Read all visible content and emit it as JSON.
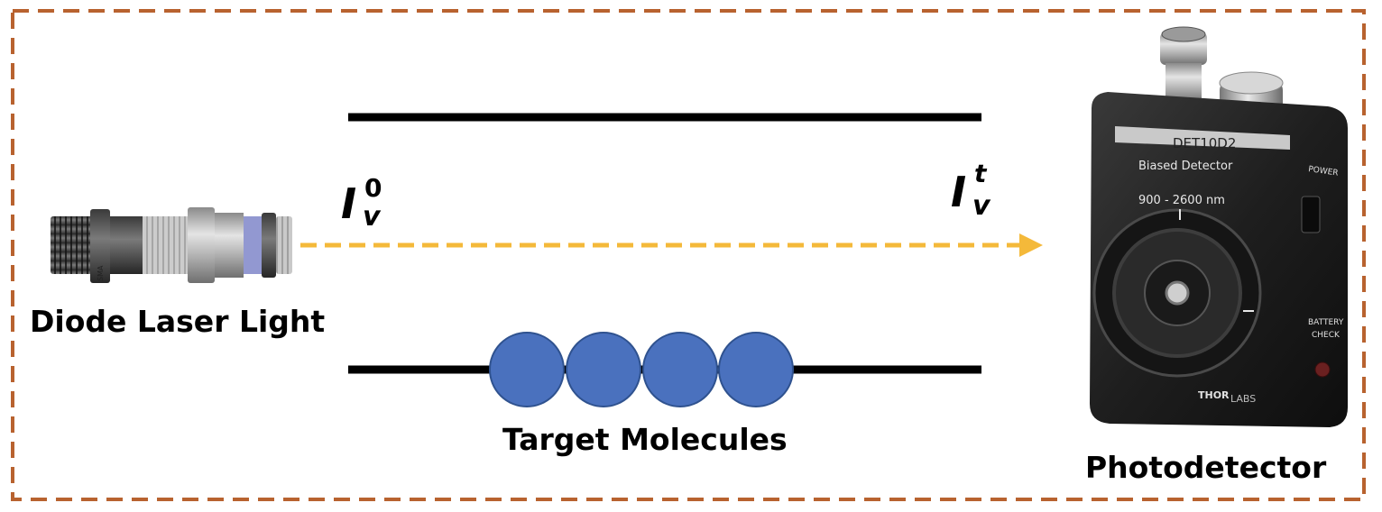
{
  "labels": {
    "laser": "Diode Laser Light",
    "molecules": "Target Molecules",
    "detector": "Photodetector"
  },
  "intensities": {
    "incident_base": "I",
    "incident_sub": "v",
    "incident_sup": "0",
    "transmitted_base": "I",
    "transmitted_sub": "v",
    "transmitted_sup": "t"
  },
  "detector_device": {
    "model": "DET10D2",
    "type": "Biased Detector",
    "range": "900 - 2600 nm",
    "power_label": "POWER",
    "battery_label_1": "BATTERY",
    "battery_label_2": "CHECK",
    "brand_a": "THOR",
    "brand_b": "LABS"
  },
  "laser_device": {
    "engraving": "SMA"
  },
  "colors": {
    "border": "#b8622f",
    "beam": "#f4b93a",
    "molecule_fill": "#4a71be",
    "molecule_stroke": "#2f528f",
    "wall": "#000000"
  },
  "molecule_count": 4
}
